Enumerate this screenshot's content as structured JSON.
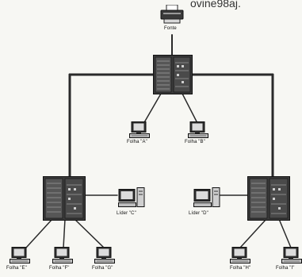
{
  "top_fragment": "ovine98aj.",
  "diagram": {
    "source": {
      "label": "Fonte",
      "icon": "printer-source-icon"
    },
    "hub_top": {
      "icon": "rack-server-icon"
    },
    "hub_left": {
      "icon": "rack-server-icon"
    },
    "hub_right": {
      "icon": "rack-server-icon"
    },
    "leaves_top": [
      {
        "label": "Folha \"A\"",
        "icon": "computer-icon"
      },
      {
        "label": "Folha \"B\"",
        "icon": "computer-icon"
      }
    ],
    "leader_c": {
      "label": "Líder \"C\"",
      "icon": "computer-tower-icon"
    },
    "leader_d": {
      "label": "Líder \"D\"",
      "icon": "computer-tower-icon"
    },
    "leaves_left": [
      {
        "label": "Folha \"E\"",
        "icon": "computer-icon"
      },
      {
        "label": "Folha \"F\"",
        "icon": "computer-icon"
      },
      {
        "label": "Folha \"G\"",
        "icon": "computer-icon"
      }
    ],
    "leaves_right": [
      {
        "label": "Folha \"H\"",
        "icon": "computer-icon"
      },
      {
        "label": "Folha \"I\"",
        "icon": "computer-icon"
      }
    ]
  }
}
